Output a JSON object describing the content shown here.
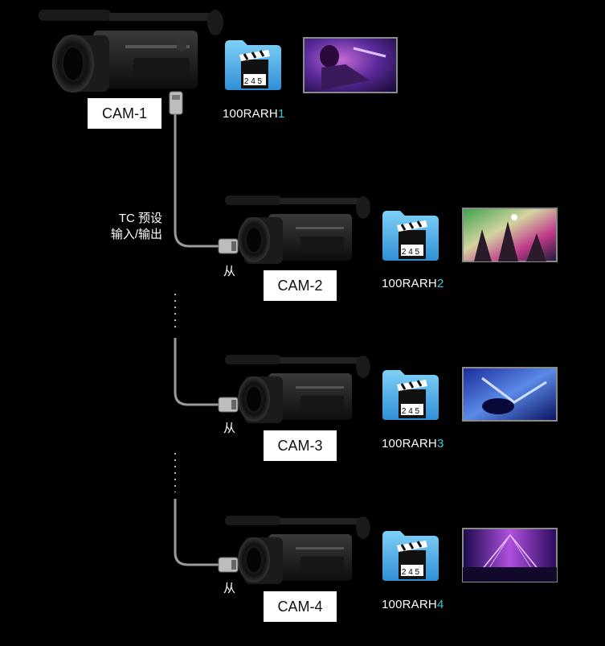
{
  "tc_label_line1": "TC 预设",
  "tc_label_line2": "输入/输出",
  "slave_label": "从",
  "clapper_digits": "2 4 5",
  "colors": {
    "background": "#000000",
    "cable": "#9a9a9a",
    "folder": "#4fb3ea",
    "folder_index": "#3ec8d8",
    "label_bg": "#ffffff"
  },
  "cameras": [
    {
      "id": "CAM-1",
      "folder_prefix": "100RARH",
      "folder_index": "1",
      "role": "",
      "clip_theme": "concert-singer-purple"
    },
    {
      "id": "CAM-2",
      "folder_prefix": "100RARH",
      "folder_index": "2",
      "role": "从",
      "clip_theme": "crowd-hands-colorful"
    },
    {
      "id": "CAM-3",
      "folder_prefix": "100RARH",
      "folder_index": "3",
      "role": "从",
      "clip_theme": "guitarist-blue"
    },
    {
      "id": "CAM-4",
      "folder_prefix": "100RARH",
      "folder_index": "4",
      "role": "从",
      "clip_theme": "stage-lights-purple"
    }
  ]
}
